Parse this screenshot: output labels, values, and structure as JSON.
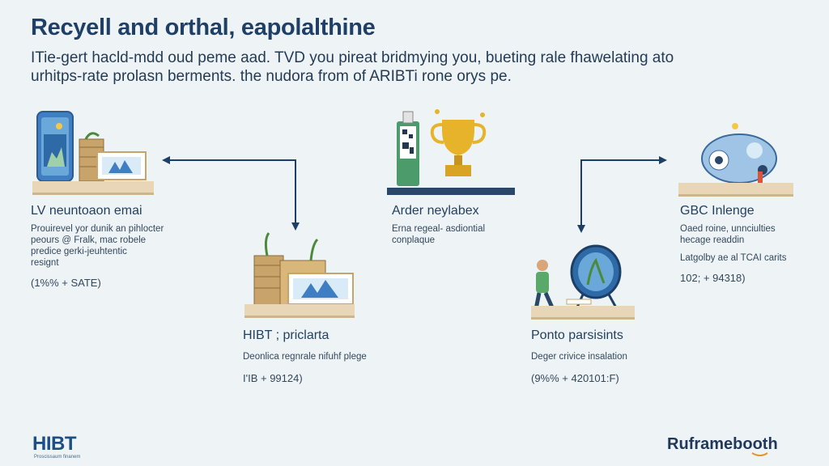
{
  "header": {
    "title": "Recyell and orthal, eapolalthine",
    "subtitle_line1": "ITie-gert hacld-mdd oud peme aad. TVD you pireat bridmying you, bueting rale fhawelating ato",
    "subtitle_line2": "urhitps-rate prolasn berments. the nudora from of ARIBTi rone orys pe."
  },
  "nodes": {
    "lv": {
      "title": "LV neuntoaon emai",
      "desc": "Prouirevel yor dunik an pihlocter\npeours @ Fralk, mac robele\npredice gerki-jeuhtentic\nresignt",
      "code": "(1%% + SATE)"
    },
    "hibt": {
      "title": "HIBT ; priclarta",
      "desc": "Deonlica regnrale nifuhf plege",
      "code": "I'IB + 99124)"
    },
    "arder": {
      "title": "Arder neylabex",
      "desc": "Erna regeal- asdiontial\nconplaque"
    },
    "ponto": {
      "title": "Ponto parsisints",
      "desc": "Deger crivice insalation",
      "code": "(9%% + 420101:F)"
    },
    "gbc": {
      "title": "GBC Inlenge",
      "desc": "Oaed roine, unnciulties\nhecage readdin",
      "desc2": "Latgolby ae al TCAI carits",
      "code": "102; + 94318)"
    }
  },
  "logos": {
    "left": "HIBT",
    "left_sub": "Proscissaum finanem",
    "right": "Ruframebooth"
  },
  "icons": [
    "phone-icon",
    "boxes-icon",
    "trophy-icon",
    "qr-tag-icon",
    "plant-boxes-icon",
    "globe-chair-icon",
    "person-icon",
    "robot-mouse-icon",
    "arrow-icon"
  ],
  "colors": {
    "background": "#eef4f6",
    "title": "#1f3f66",
    "arrow": "#1d3f66",
    "shelf": "#e8d6b6",
    "trophy": "#e6b32a",
    "dark_shelf": "#2a4668"
  }
}
